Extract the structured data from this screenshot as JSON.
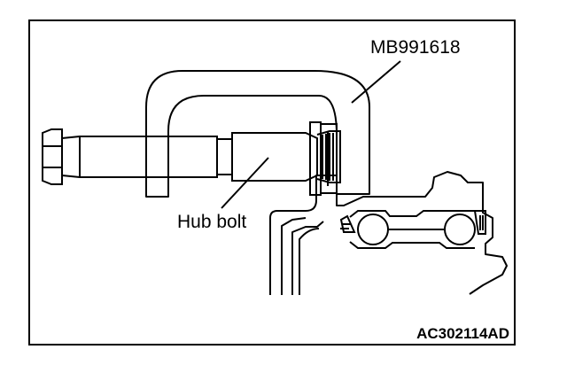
{
  "labels": {
    "tool": "MB991618",
    "part": "Hub bolt",
    "figure_id": "AC302114AD"
  }
}
